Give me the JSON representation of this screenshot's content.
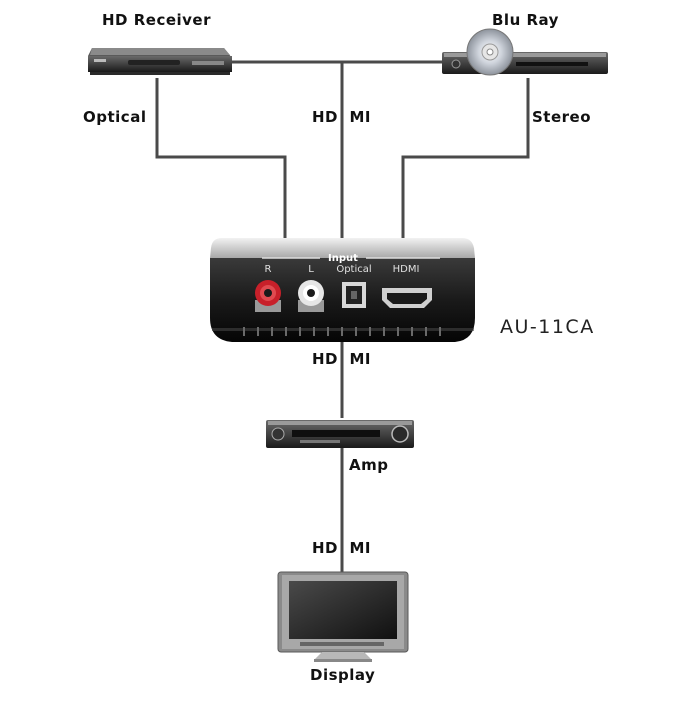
{
  "devices": {
    "hd_receiver": "HD Receiver",
    "blu_ray": "Blu Ray",
    "converter": "AU-11CA",
    "amp": "Amp",
    "display": "Display"
  },
  "connections": {
    "optical": "Optical",
    "hdmi_top": "HD  MI",
    "stereo": "Stereo",
    "hdmi_out": "HD  MI",
    "hdmi_display": "HD  MI"
  },
  "converter_panel": {
    "group_label": "Input",
    "port_r": "R",
    "port_l": "L",
    "port_optical": "Optical",
    "port_hdmi": "HDMI"
  },
  "colors": {
    "cable": "#4a4a4a",
    "device_body": "#1c1c1c",
    "rca_red": "#c8202a",
    "rca_white": "#e6e6e6"
  }
}
